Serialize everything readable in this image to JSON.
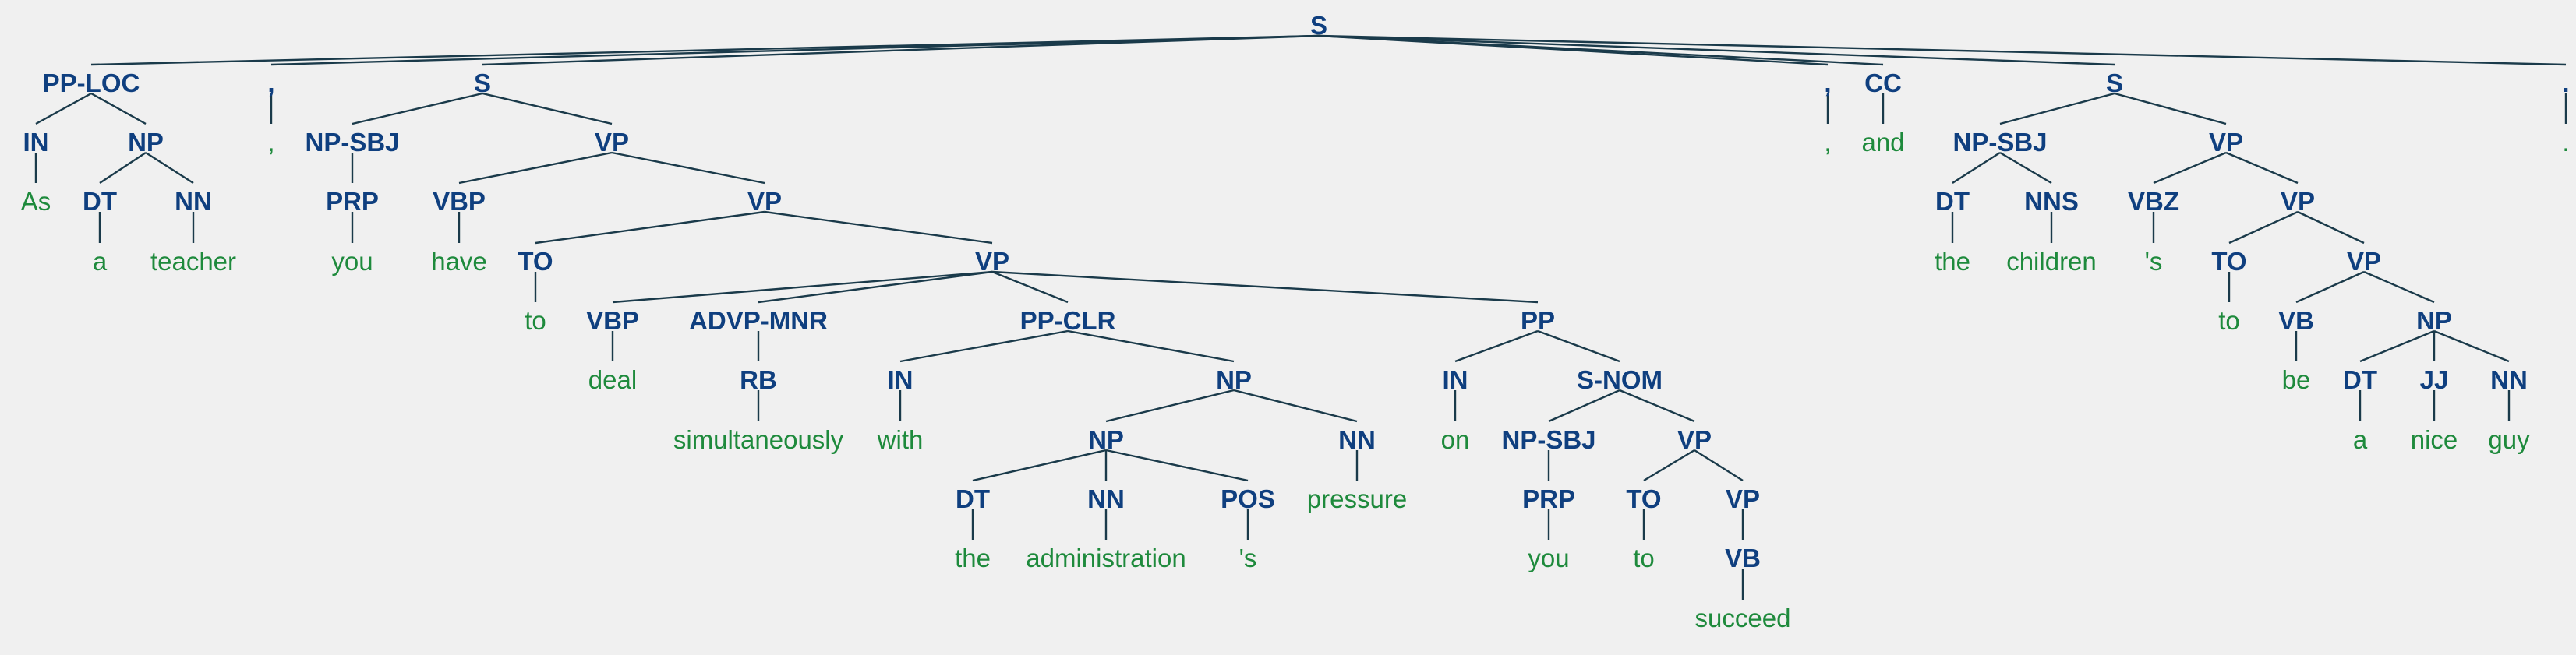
{
  "colors": {
    "background": "#f0f0f0",
    "label": "#0f3f7f",
    "word": "#1e8a3c",
    "edge": "#1a3a4a"
  },
  "tree": {
    "nodes": [
      {
        "id": "n0",
        "label": "S"
      },
      {
        "id": "n1",
        "label": "PP-LOC",
        "parent": "n0"
      },
      {
        "id": "n2",
        "label": "IN",
        "parent": "n1"
      },
      {
        "id": "n3",
        "label": "As",
        "parent": "n2",
        "leaf": true
      },
      {
        "id": "n4",
        "label": "NP",
        "parent": "n1"
      },
      {
        "id": "n5",
        "label": "DT",
        "parent": "n4"
      },
      {
        "id": "n6",
        "label": "a",
        "parent": "n5",
        "leaf": true
      },
      {
        "id": "n7",
        "label": "NN",
        "parent": "n4"
      },
      {
        "id": "n8",
        "label": "teacher",
        "parent": "n7",
        "leaf": true
      },
      {
        "id": "n9",
        "label": ",",
        "parent": "n0"
      },
      {
        "id": "n10",
        "label": ",",
        "parent": "n9",
        "leaf": true
      },
      {
        "id": "n11",
        "label": "S",
        "parent": "n0"
      },
      {
        "id": "n12",
        "label": "NP-SBJ",
        "parent": "n11"
      },
      {
        "id": "n13",
        "label": "PRP",
        "parent": "n12"
      },
      {
        "id": "n14",
        "label": "you",
        "parent": "n13",
        "leaf": true
      },
      {
        "id": "n15",
        "label": "VP",
        "parent": "n11"
      },
      {
        "id": "n16",
        "label": "VBP",
        "parent": "n15"
      },
      {
        "id": "n17",
        "label": "have",
        "parent": "n16",
        "leaf": true
      },
      {
        "id": "n18",
        "label": "VP",
        "parent": "n15"
      },
      {
        "id": "n19",
        "label": "TO",
        "parent": "n18"
      },
      {
        "id": "n20",
        "label": "to",
        "parent": "n19",
        "leaf": true
      },
      {
        "id": "n21",
        "label": "VP",
        "parent": "n18"
      },
      {
        "id": "n22",
        "label": "VBP",
        "parent": "n21"
      },
      {
        "id": "n23",
        "label": "deal",
        "parent": "n22",
        "leaf": true
      },
      {
        "id": "n24",
        "label": "ADVP-MNR",
        "parent": "n21"
      },
      {
        "id": "n25",
        "label": "RB",
        "parent": "n24"
      },
      {
        "id": "n26",
        "label": "simultaneously",
        "parent": "n25",
        "leaf": true
      },
      {
        "id": "n27",
        "label": "PP-CLR",
        "parent": "n21"
      },
      {
        "id": "n28",
        "label": "IN",
        "parent": "n27"
      },
      {
        "id": "n29",
        "label": "with",
        "parent": "n28",
        "leaf": true
      },
      {
        "id": "n30",
        "label": "NP",
        "parent": "n27"
      },
      {
        "id": "n31",
        "label": "NP",
        "parent": "n30"
      },
      {
        "id": "n32",
        "label": "DT",
        "parent": "n31"
      },
      {
        "id": "n33",
        "label": "the",
        "parent": "n32",
        "leaf": true
      },
      {
        "id": "n34",
        "label": "NN",
        "parent": "n31"
      },
      {
        "id": "n35",
        "label": "administration",
        "parent": "n34",
        "leaf": true
      },
      {
        "id": "n36",
        "label": "POS",
        "parent": "n31"
      },
      {
        "id": "n37",
        "label": "'s",
        "parent": "n36",
        "leaf": true
      },
      {
        "id": "n38",
        "label": "NN",
        "parent": "n30"
      },
      {
        "id": "n39",
        "label": "pressure",
        "parent": "n38",
        "leaf": true
      },
      {
        "id": "n40",
        "label": "PP",
        "parent": "n21"
      },
      {
        "id": "n41",
        "label": "IN",
        "parent": "n40"
      },
      {
        "id": "n42",
        "label": "on",
        "parent": "n41",
        "leaf": true
      },
      {
        "id": "n43",
        "label": "S-NOM",
        "parent": "n40"
      },
      {
        "id": "n44",
        "label": "NP-SBJ",
        "parent": "n43"
      },
      {
        "id": "n45",
        "label": "PRP",
        "parent": "n44"
      },
      {
        "id": "n46",
        "label": "you",
        "parent": "n45",
        "leaf": true
      },
      {
        "id": "n47",
        "label": "VP",
        "parent": "n43"
      },
      {
        "id": "n48",
        "label": "TO",
        "parent": "n47"
      },
      {
        "id": "n49",
        "label": "to",
        "parent": "n48",
        "leaf": true
      },
      {
        "id": "n50",
        "label": "VP",
        "parent": "n47"
      },
      {
        "id": "n51",
        "label": "VB",
        "parent": "n50"
      },
      {
        "id": "n52",
        "label": "succeed",
        "parent": "n51",
        "leaf": true
      },
      {
        "id": "n53",
        "label": ",",
        "parent": "n0"
      },
      {
        "id": "n54",
        "label": ",",
        "parent": "n53",
        "leaf": true
      },
      {
        "id": "n55",
        "label": "CC",
        "parent": "n0"
      },
      {
        "id": "n56",
        "label": "and",
        "parent": "n55",
        "leaf": true
      },
      {
        "id": "n57",
        "label": "S",
        "parent": "n0"
      },
      {
        "id": "n58",
        "label": "NP-SBJ",
        "parent": "n57"
      },
      {
        "id": "n59",
        "label": "DT",
        "parent": "n58"
      },
      {
        "id": "n60",
        "label": "the",
        "parent": "n59",
        "leaf": true
      },
      {
        "id": "n61",
        "label": "NNS",
        "parent": "n58"
      },
      {
        "id": "n62",
        "label": "children",
        "parent": "n61",
        "leaf": true
      },
      {
        "id": "n63",
        "label": "VP",
        "parent": "n57"
      },
      {
        "id": "n64",
        "label": "VBZ",
        "parent": "n63"
      },
      {
        "id": "n65",
        "label": "'s",
        "parent": "n64",
        "leaf": true
      },
      {
        "id": "n66",
        "label": "VP",
        "parent": "n63"
      },
      {
        "id": "n67",
        "label": "TO",
        "parent": "n66"
      },
      {
        "id": "n68",
        "label": "to",
        "parent": "n67",
        "leaf": true
      },
      {
        "id": "n69",
        "label": "VP",
        "parent": "n66"
      },
      {
        "id": "n70",
        "label": "VB",
        "parent": "n69"
      },
      {
        "id": "n71",
        "label": "be",
        "parent": "n70",
        "leaf": true
      },
      {
        "id": "n72",
        "label": "NP",
        "parent": "n69"
      },
      {
        "id": "n73",
        "label": "DT",
        "parent": "n72"
      },
      {
        "id": "n74",
        "label": "a",
        "parent": "n73",
        "leaf": true
      },
      {
        "id": "n75",
        "label": "JJ",
        "parent": "n72"
      },
      {
        "id": "n76",
        "label": "nice",
        "parent": "n75",
        "leaf": true
      },
      {
        "id": "n77",
        "label": "NN",
        "parent": "n72"
      },
      {
        "id": "n78",
        "label": "guy",
        "parent": "n77",
        "leaf": true
      },
      {
        "id": "n79",
        "label": ".",
        "parent": "n0"
      },
      {
        "id": "n80",
        "label": ".",
        "parent": "n79",
        "leaf": true
      }
    ]
  }
}
